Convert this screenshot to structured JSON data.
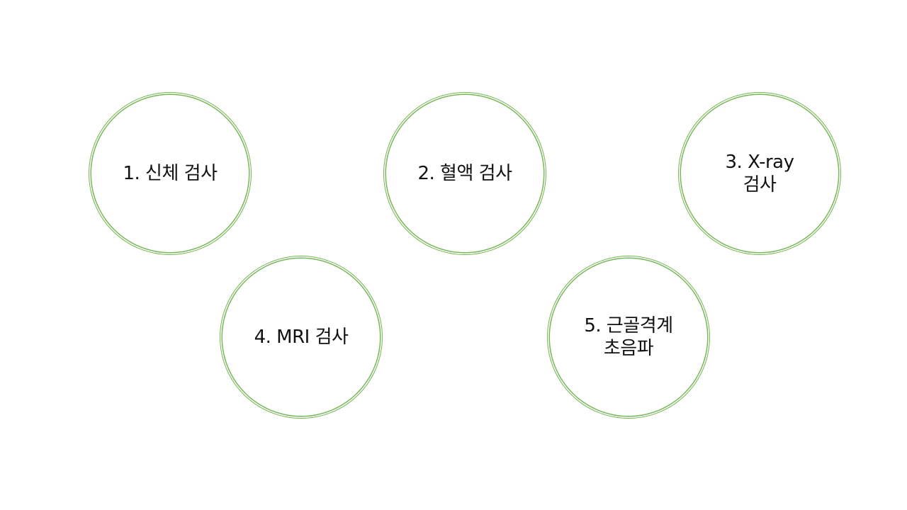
{
  "diagram": {
    "items": [
      {
        "label": "1. 신체 검사"
      },
      {
        "label": "2. 혈액 검사"
      },
      {
        "label": "3. X-ray\n검사"
      },
      {
        "label": "4. MRI 검사"
      },
      {
        "label": "5. 근골격계\n초음파"
      }
    ],
    "colors": {
      "circle_stroke": "#79b85a",
      "text": "#111111",
      "background": "#ffffff"
    }
  }
}
